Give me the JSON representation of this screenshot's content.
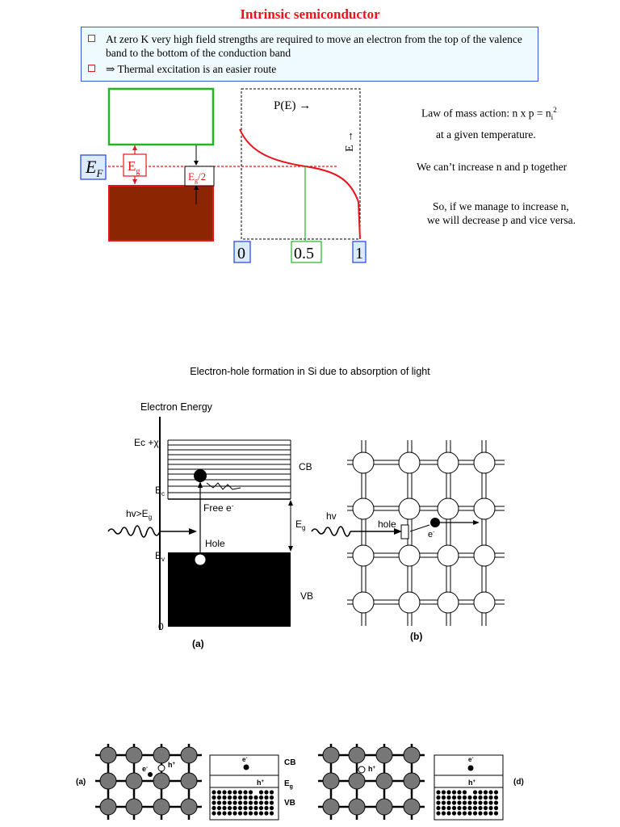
{
  "title": "Intrinsic semiconductor",
  "bullets": [
    "At zero K very high field strengths are required to move an electron from the top of the valence band to the bottom of the conduction band",
    "⇒ Thermal excitation is an easier route"
  ],
  "band_diagram": {
    "ef_label": "E",
    "ef_sub": "F",
    "eg_label": "E",
    "eg_sub": "g",
    "eg_half_label": "E",
    "eg_half_sub": "g",
    "eg_half_suffix": "/2",
    "pe_label": "P(E) →",
    "e_axis_label": "E →",
    "tick_0": "0",
    "tick_05": "0.5",
    "tick_1": "1",
    "colors": {
      "red": "#e8141b",
      "green": "#22b522",
      "valence": "#8b2502",
      "blue": "#1f44d6"
    }
  },
  "side_text": {
    "mass_action": "Law of mass action: n x p = n",
    "mass_action_sub": "i",
    "mass_action_sup": "2",
    "temperature": "at a given temperature.",
    "cant_increase": "We can’t increase n and p together",
    "so_line1": "So, if we manage to increase n,",
    "so_line2": "we will decrease p and vice versa."
  },
  "figure1": {
    "caption": "Electron-hole formation in Si due to absorption of light",
    "electron_energy": "Electron Energy",
    "ec_chi": "Ec +χ",
    "ec": "E",
    "ec_sub": "c",
    "ev": "E",
    "ev_sub": "v",
    "zero": "0",
    "hv_eg": "hv>E",
    "hv_eg_sub": "g",
    "free_e": "Free e",
    "free_e_sup": "-",
    "hole": "Hole",
    "eg": "E",
    "eg_sub": "g",
    "cb": "CB",
    "vb": "VB",
    "panel_a": "(a)",
    "panel_b": "(b)",
    "hv": "hv",
    "hole_b": "hole",
    "e_b": "e",
    "e_b_sup": "-"
  },
  "figure2": {
    "panel_a": "(a)",
    "panel_d": "(d)",
    "e_label": "e",
    "e_sup": "-",
    "h_label": "h",
    "h_sup": "+",
    "cb": "CB",
    "vb": "VB",
    "eg": "E",
    "eg_sub": "g"
  }
}
